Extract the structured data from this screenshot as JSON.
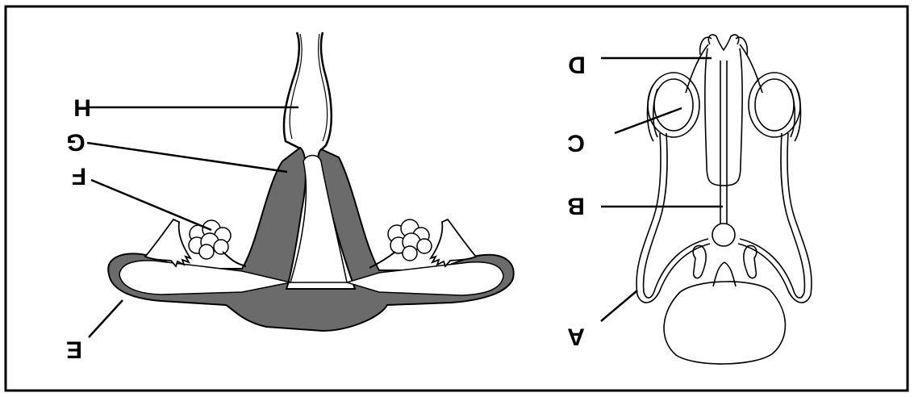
{
  "labels": {
    "a": "A",
    "b": "B",
    "c": "C",
    "d": "D",
    "e": "E",
    "f": "F",
    "g": "G",
    "h": "H"
  },
  "colors": {
    "frame": "#000000",
    "outline": "#000000",
    "muscle_fill": "#6b6b6b",
    "background": "#ffffff"
  },
  "panels": {
    "left": "female-reproductive-system-mirrored",
    "right": "male-reproductive-system-mirrored"
  }
}
